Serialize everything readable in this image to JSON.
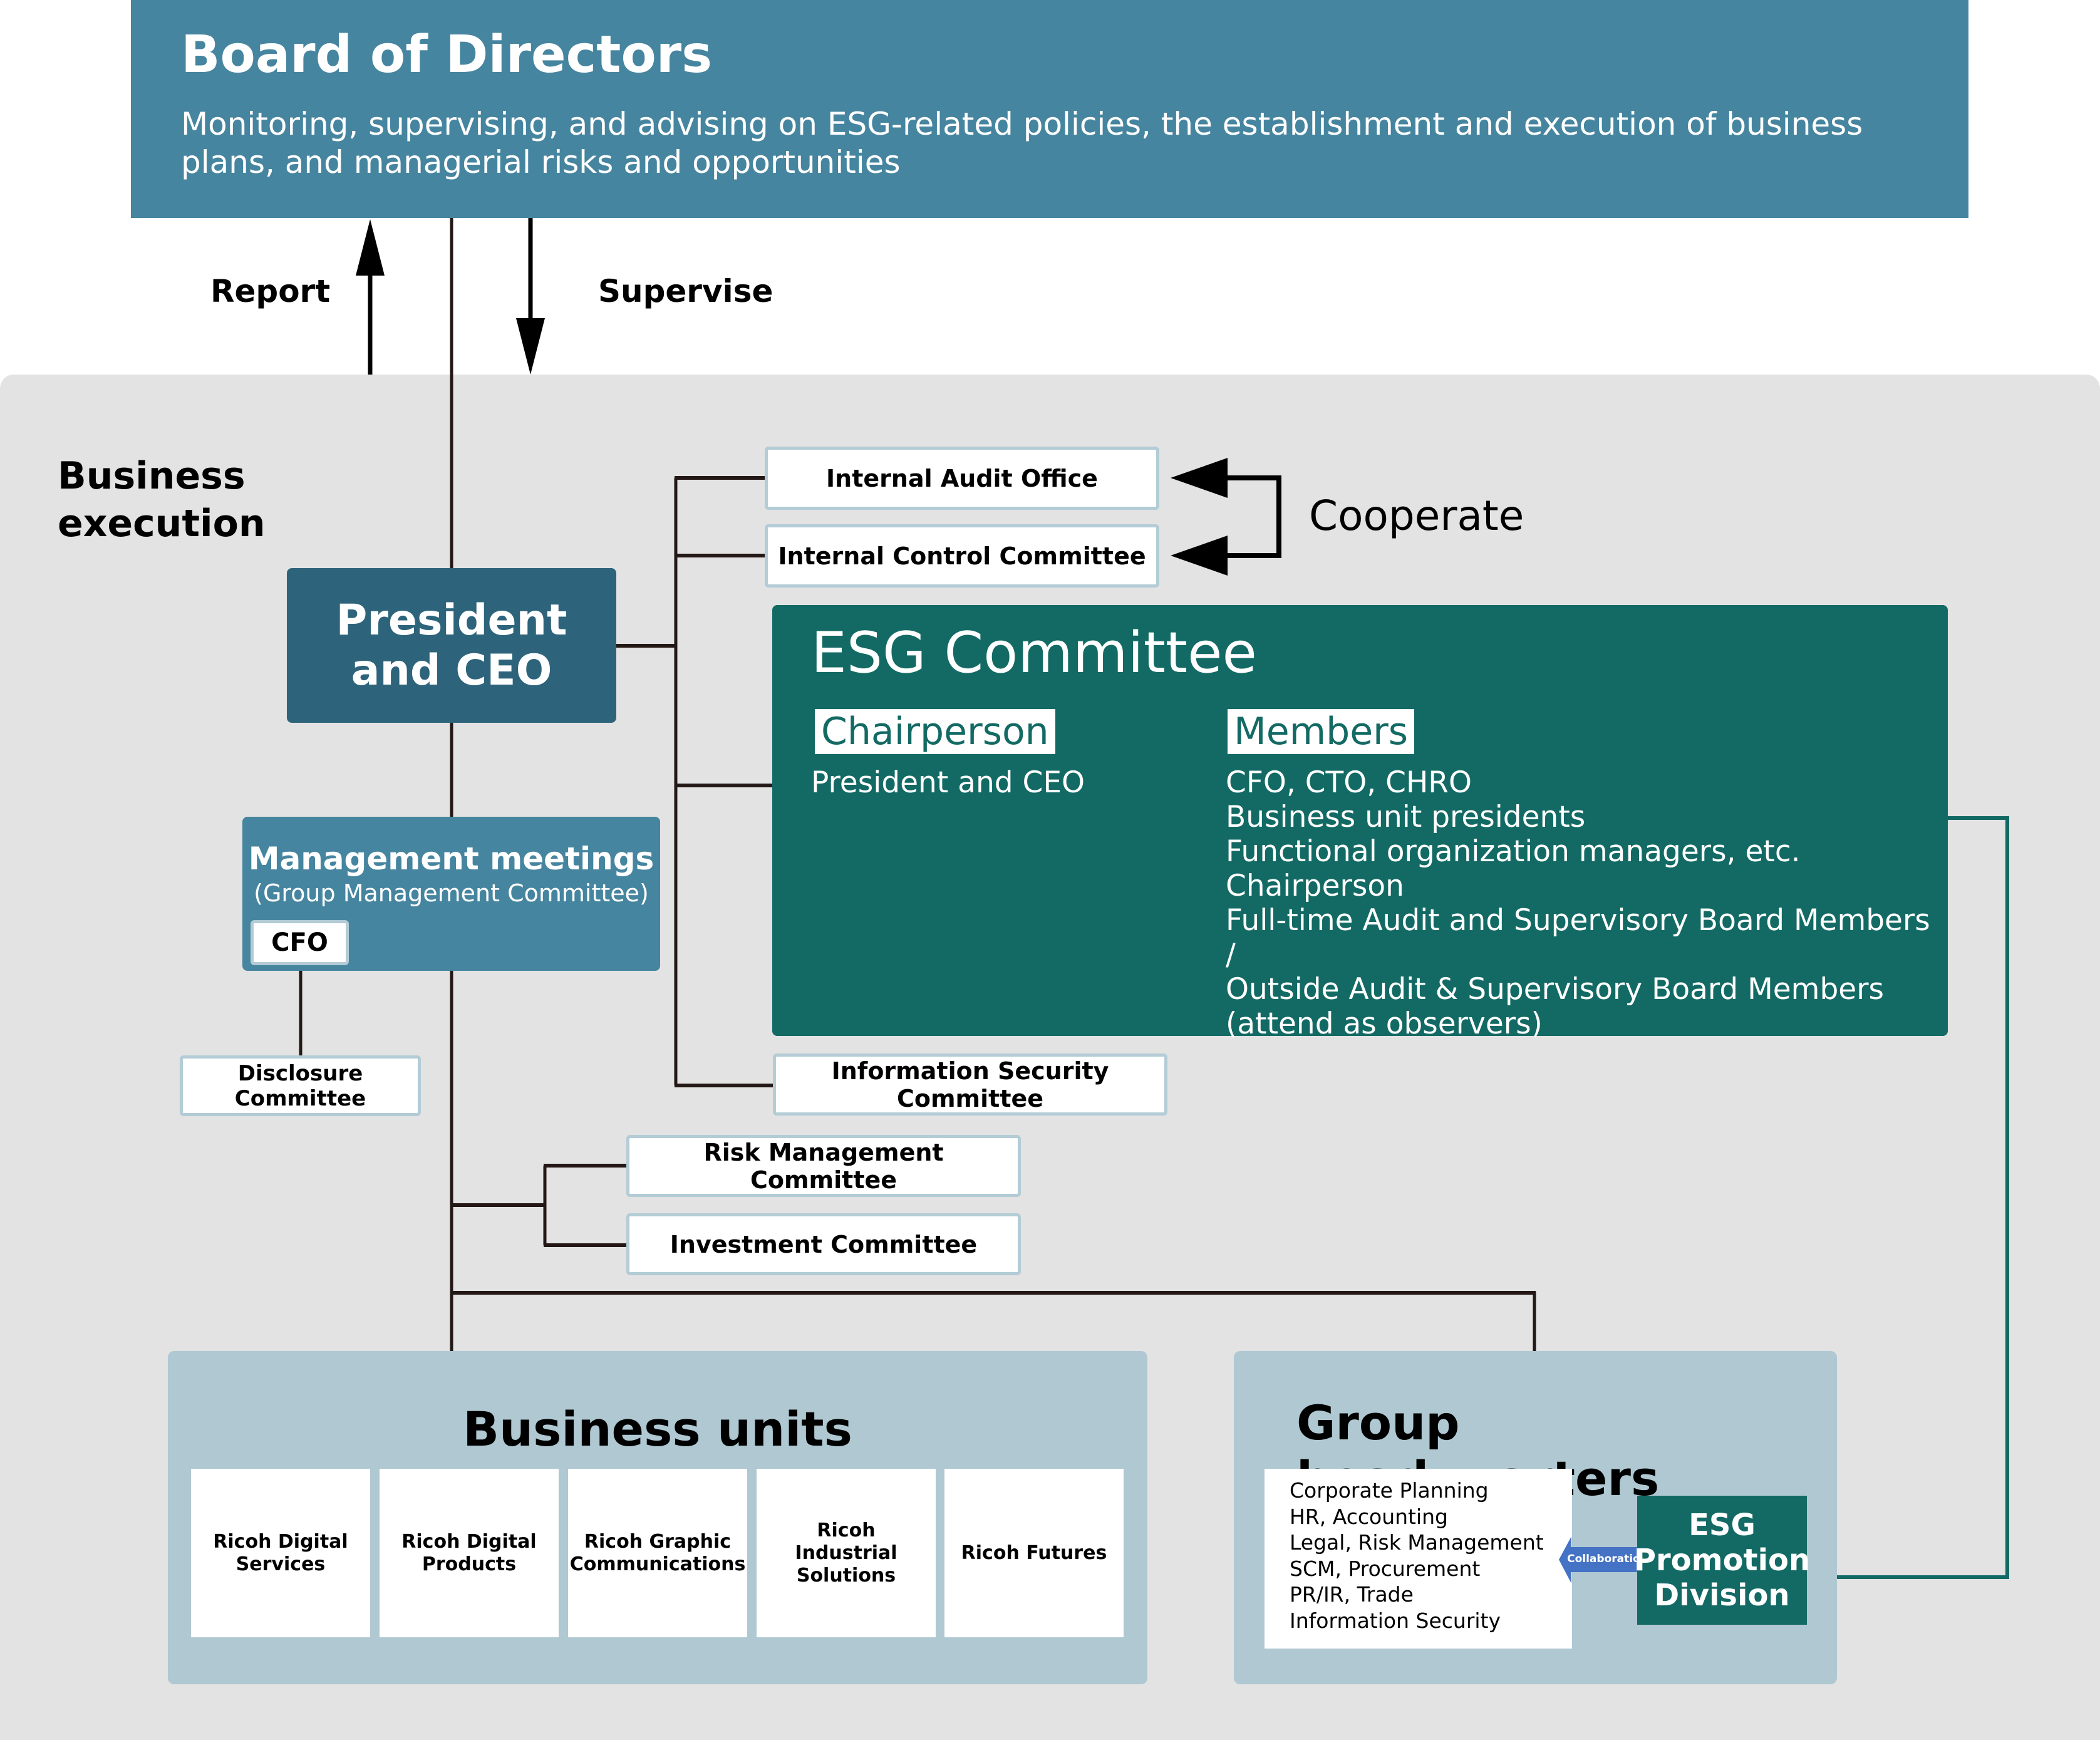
{
  "board": {
    "title": "Board of Directors",
    "description": "Monitoring, supervising, and advising on ESG-related policies, the establishment and execution of business plans, and managerial risks and opportunities"
  },
  "flows": {
    "report": "Report",
    "supervise": "Supervise",
    "cooperate": "Cooperate",
    "collaboration": "Collaboration"
  },
  "section_label": "Business execution",
  "president": "President and CEO",
  "management": {
    "title": "Management meetings",
    "subtitle": "(Group Management Committee)",
    "cfo": "CFO"
  },
  "committees": {
    "internal_audit": "Internal Audit Office",
    "internal_control": "Internal Control Committee",
    "disclosure": "Disclosure Committee",
    "information_security": "Information Security Committee",
    "risk_management": "Risk Management Committee",
    "investment": "Investment Committee"
  },
  "esg_committee": {
    "title": "ESG Committee",
    "chair_label": "Chairperson",
    "chair_value": "President and CEO",
    "members_label": "Members",
    "members": [
      "CFO, CTO, CHRO",
      "Business unit presidents",
      "Functional organization managers, etc.",
      "Chairperson",
      "Full-time Audit and Supervisory Board Members /",
      "Outside Audit & Supervisory Board Members",
      "(attend as observers)"
    ]
  },
  "business_units": {
    "title": "Business units",
    "units": [
      "Ricoh Digital Services",
      "Ricoh Digital Products",
      "Ricoh Graphic Communications",
      "Ricoh Industrial Solutions",
      "Ricoh Futures"
    ]
  },
  "group_hq": {
    "title": "Group headquarters",
    "functions": [
      "Corporate Planning",
      "HR, Accounting",
      "Legal, Risk Management",
      "SCM, Procurement",
      "PR/IR, Trade",
      "Information Security"
    ],
    "esg_division": "ESG Promotion Division"
  },
  "colors": {
    "board": "#46859f",
    "president": "#2d647b",
    "esg_teal": "#136a64",
    "panel_blue": "#afc8d2",
    "background": "#e3e3e3",
    "collab_arrow": "#4472c4"
  }
}
